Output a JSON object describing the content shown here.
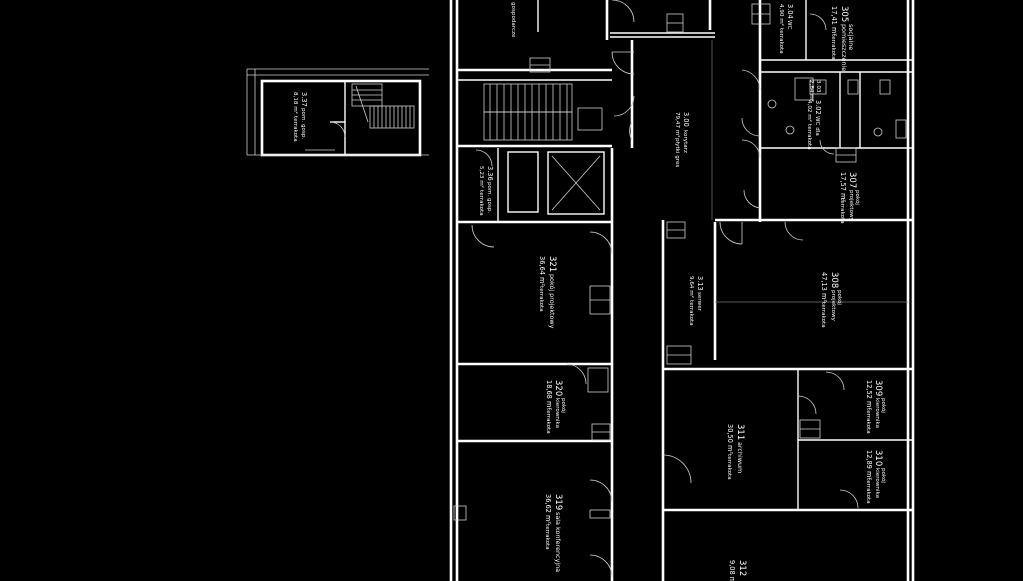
{
  "rooms": [
    {
      "id": "r305",
      "number": "305",
      "name": "pomieszczenie",
      "name2": "socjalne",
      "area": "17,41 m²",
      "floor": "terrakota"
    },
    {
      "id": "r304",
      "number": "3.04",
      "name": "WC",
      "area": "4,90 m²",
      "floor": "terrakota"
    },
    {
      "id": "r303",
      "number": "3.03",
      "name": "WC",
      "area": "2,84 m²",
      "floor": "terrakota"
    },
    {
      "id": "r302",
      "number": "3.02",
      "name": "WC dla",
      "name2": "niepełnospr.",
      "area": "4,02 m²",
      "floor": "terrakota"
    },
    {
      "id": "r300",
      "number": "3.00",
      "name": "korytarz",
      "area": "79,47 m²",
      "floor": "płytki gres"
    },
    {
      "id": "r337",
      "number": "3.37",
      "name": "pom. gosp.",
      "area": "8,18 m²",
      "floor": "terrakota"
    },
    {
      "id": "r307",
      "number": "307",
      "name": "pokój",
      "name2": "projektowy",
      "area": "17,57 m²",
      "floor": "terrakota"
    },
    {
      "id": "r336",
      "number": "3.36",
      "name": "pom. gosp.",
      "area": "5,23 m²",
      "floor": "terrakota"
    },
    {
      "id": "r321",
      "number": "321",
      "name": "pokój projektowy",
      "area": "36,64 m²",
      "floor": "terrakota"
    },
    {
      "id": "r313",
      "number": "3.13",
      "name": "serwer",
      "area": "9,64 m²",
      "floor": "terrakota"
    },
    {
      "id": "r308",
      "number": "308",
      "name": "pokój",
      "name2": "projektowy",
      "area": "47,13 m²",
      "floor": "terrakota"
    },
    {
      "id": "r320",
      "number": "320",
      "name": "pokój",
      "name2": "kierownika",
      "area": "18,68 m²",
      "floor": "terrakota"
    },
    {
      "id": "r309",
      "number": "309",
      "name": "pokój",
      "name2": "kierownika",
      "area": "12,52 m²",
      "floor": "terrakota"
    },
    {
      "id": "r311",
      "number": "311",
      "name": "archiwum",
      "area": "30,50 m²",
      "floor": "terrakota"
    },
    {
      "id": "r310",
      "number": "310",
      "name": "pokój",
      "name2": "kierownika",
      "area": "12,89 m²",
      "floor": "terrakota"
    },
    {
      "id": "r319",
      "number": "319",
      "name": "sala konferencyjna",
      "area": "36,62 m²",
      "floor": "terrakota"
    },
    {
      "id": "r312",
      "number": "312",
      "area": "9,08 m²"
    }
  ],
  "partial_labels": {
    "top_left": "gospodarcze"
  }
}
